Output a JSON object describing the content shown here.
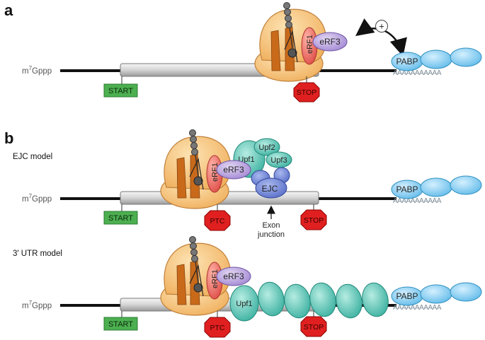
{
  "panel_a": {
    "label": "a",
    "cap": "m",
    "cap_sup": "7",
    "cap_rest": "Gppp",
    "start": "START",
    "stop": "STOP",
    "erf1": "eRF1",
    "erf3": "eRF3",
    "pabp": "PABP",
    "plus": "+",
    "polyA": "AAAAAAAAAAA"
  },
  "panel_b": {
    "label": "b",
    "ejc_model": {
      "title": "EJC model",
      "cap": "m",
      "cap_sup": "7",
      "cap_rest": "Gppp",
      "start": "START",
      "ptc": "PTC",
      "stop": "STOP",
      "erf1": "eRF1",
      "erf3": "eRF3",
      "upf1": "Upf1",
      "upf2": "Upf2",
      "upf3": "Upf3",
      "ejc": "EJC",
      "exon": "Exon",
      "junction": "junction",
      "pabp": "PABP",
      "polyA": "AAAAAAAAAAA"
    },
    "utr_model": {
      "title": "3′ UTR model",
      "cap": "m",
      "cap_sup": "7",
      "cap_rest": "Gppp",
      "start": "START",
      "ptc": "PTC",
      "stop": "STOP",
      "erf1": "eRF1",
      "erf3": "eRF3",
      "upf1": "Upf1",
      "pabp": "PABP",
      "polyA": "AAAAAAAAAAA"
    }
  },
  "colors": {
    "ribosome": "#f5c07a",
    "ribosome_stroke": "#c0803a",
    "trna": "#c86a1a",
    "erf1": "#e8605a",
    "erf3": "#b39bd8",
    "pabp": "#7ec9ee",
    "upf": "#5ec8b8",
    "ejc": "#6f86d6",
    "start": "#4caf50",
    "stop": "#e02020",
    "orf": "#d8d8d8"
  }
}
